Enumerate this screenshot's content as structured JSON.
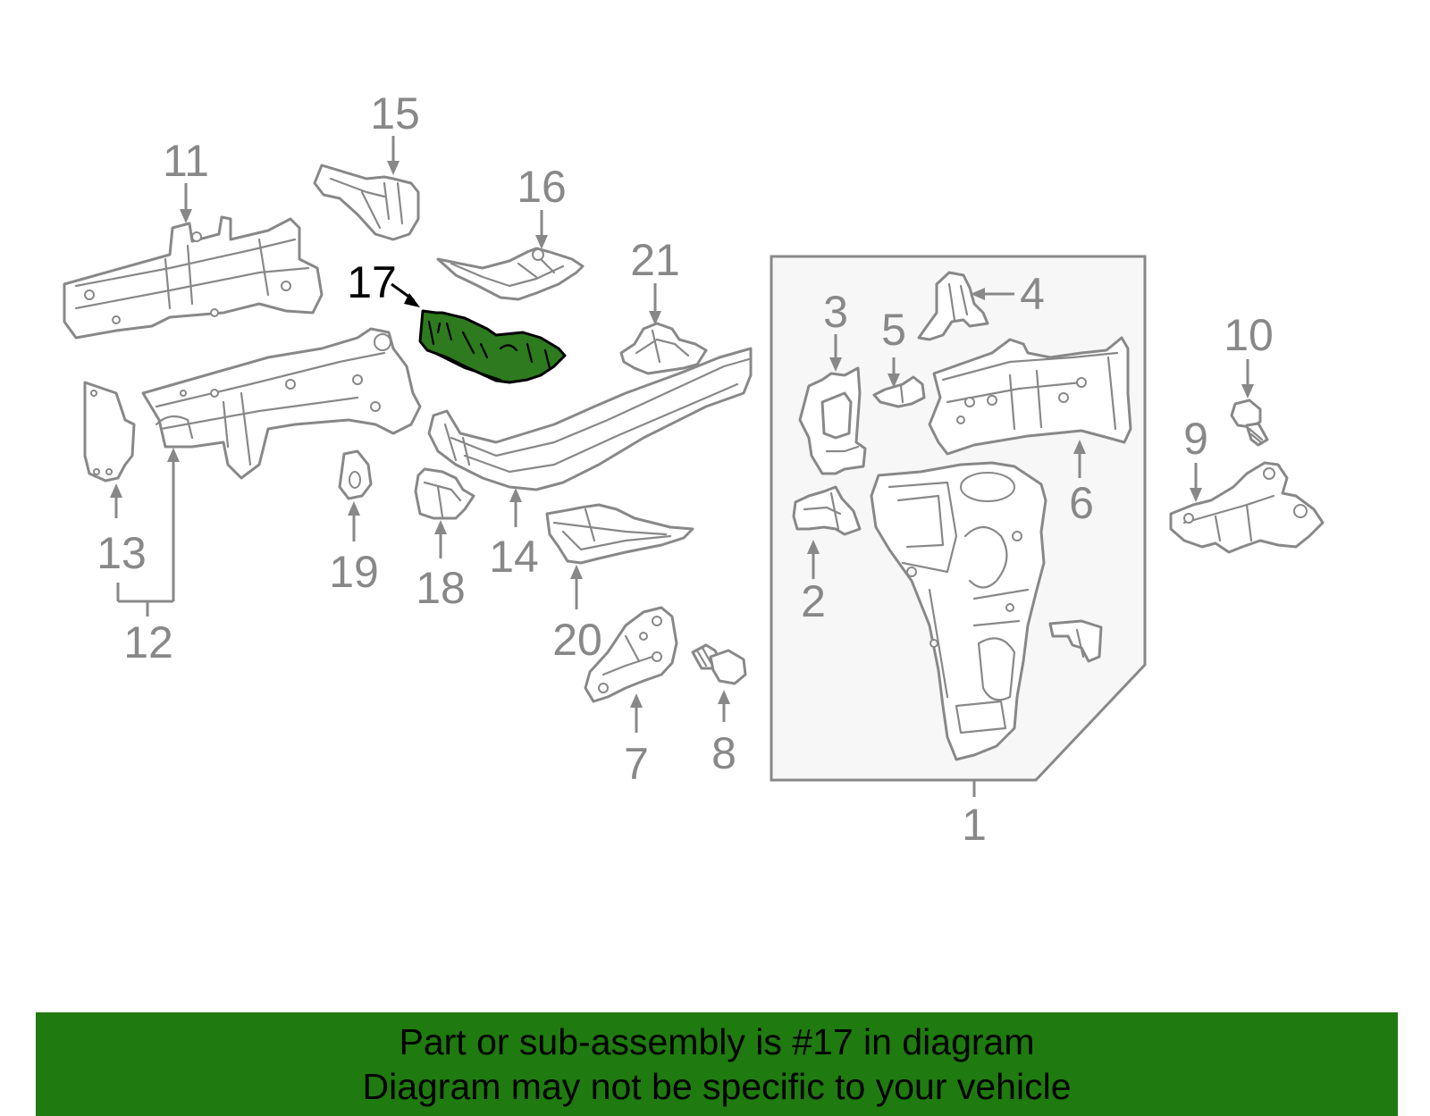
{
  "highlighted_part": "17",
  "callouts": {
    "c1": "1",
    "c2": "2",
    "c3": "3",
    "c4": "4",
    "c5": "5",
    "c6": "6",
    "c7": "7",
    "c8": "8",
    "c9": "9",
    "c10": "10",
    "c11": "11",
    "c12": "12",
    "c13": "13",
    "c14": "14",
    "c15": "15",
    "c16": "16",
    "c17": "17",
    "c18": "18",
    "c19": "19",
    "c20": "20",
    "c21": "21"
  },
  "banner": {
    "line1": "Part or sub-assembly is #17 in diagram",
    "line2": "Diagram may not be specific to your vehicle"
  },
  "colors": {
    "highlight_fill": "#2d7a1f",
    "banner_background": "#1f7a0f",
    "line_gray": "#888888",
    "box_fill": "#f7f7f7"
  }
}
